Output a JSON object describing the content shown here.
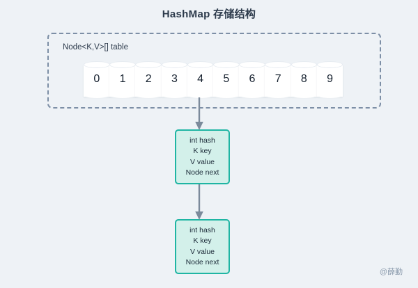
{
  "diagram": {
    "title": "HashMap 存储结构",
    "background_color": "#eef2f6",
    "watermark": "@薛勤"
  },
  "table_container": {
    "label": "Node<K,V>[] table",
    "border_style": "dashed",
    "border_color": "#7d8fa6",
    "buckets": [
      {
        "index": "0"
      },
      {
        "index": "1"
      },
      {
        "index": "2"
      },
      {
        "index": "3"
      },
      {
        "index": "4"
      },
      {
        "index": "5"
      },
      {
        "index": "6"
      },
      {
        "index": "7"
      },
      {
        "index": "8"
      },
      {
        "index": "9"
      }
    ]
  },
  "nodes": [
    {
      "id": "node-1",
      "fill_color": "#d3f0ea",
      "border_color": "#1fb5a3",
      "fields": [
        "int hash",
        "K key",
        "V value",
        "Node next"
      ]
    },
    {
      "id": "node-2",
      "fill_color": "#d3f0ea",
      "border_color": "#1fb5a3",
      "fields": [
        "int hash",
        "K key",
        "V value",
        "Node next"
      ]
    }
  ],
  "arrows": [
    {
      "id": "arrow-bucket-to-node1",
      "from": "bucket-4",
      "to": "node-1",
      "color": "#7b8a9b"
    },
    {
      "id": "arrow-node1-to-node2",
      "from": "node-1",
      "to": "node-2",
      "color": "#7b8a9b"
    }
  ]
}
